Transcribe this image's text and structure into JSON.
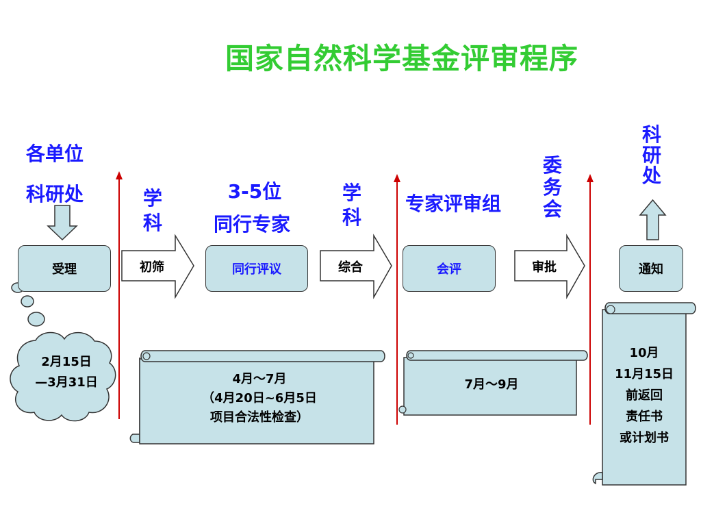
{
  "title": "国家自然科学基金评审程序",
  "actors": {
    "unit_line1": "各单位",
    "unit_line2": "科研处",
    "subject1": "学科",
    "peer_line1": "3-5位",
    "peer_line2": "同行专家",
    "subject2": "学科",
    "panel": "专家评审组",
    "committee": "委务会",
    "research_office": "科研处"
  },
  "steps": {
    "accept": "受理",
    "screen": "初筛",
    "peer_review": "同行评议",
    "synthesis": "综合",
    "panel_review": "会评",
    "approval": "审批",
    "notify": "通知"
  },
  "notes": {
    "cloud_line1": "2月15日",
    "cloud_line2": "—3月31日",
    "scroll1_line1": "4月～7月",
    "scroll1_line2": "（4月20日~6月5日",
    "scroll1_line3": "项目合法性检查）",
    "scroll2": "7月～9月",
    "scroll3_line1": "10月",
    "scroll3_line2": "11月15日",
    "scroll3_line3": "前返回",
    "scroll3_line4": "责任书",
    "scroll3_line5": "或计划书"
  },
  "colors": {
    "title": "#33cc33",
    "actor_text": "#1a1aff",
    "box_fill": "#c6e2e8",
    "divider": "#cc0000"
  }
}
